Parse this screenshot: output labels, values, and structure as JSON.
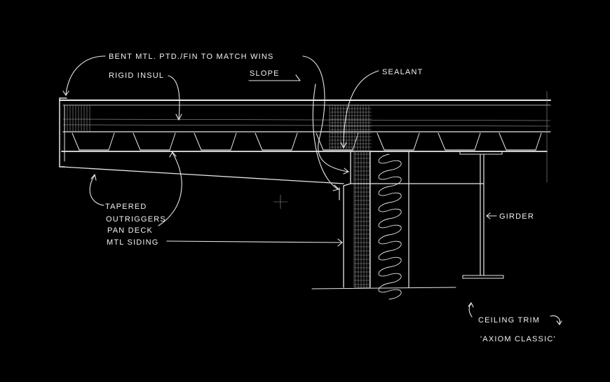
{
  "colors": {
    "background": "#000000",
    "ink": "#e8e8e8"
  },
  "labels": {
    "bent_metal": "BENT MTL. PTD./FIN TO MATCH WINS",
    "rigid_insul": "RIGID INSUL",
    "slope": "SLOPE",
    "sealant": "SEALANT",
    "tapered": "TAPERED",
    "outriggers": "OUTRIGGERS",
    "pan_deck": "PAN DECK",
    "mtl_siding": "MTL SIDING",
    "girder": "GIRDER",
    "ceiling_trim": "CEILING TRIM",
    "axiom_classic": "'AXIOM CLASSIC'"
  }
}
